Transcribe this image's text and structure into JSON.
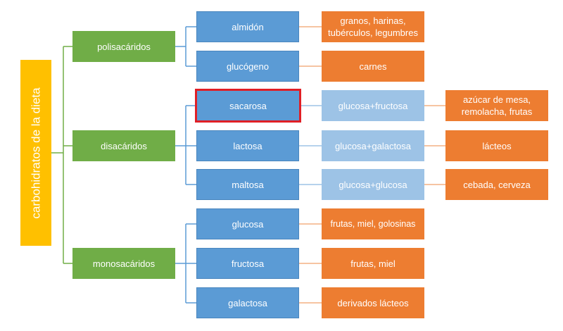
{
  "root": "carbohidratos de la dieta",
  "groups": {
    "polisacaridos": "polisacáridos",
    "disacaridos": "disacáridos",
    "monosacaridos": "monosacáridos"
  },
  "items": {
    "almidon": "almidón",
    "glucogeno": "glucógeno",
    "sacarosa": "sacarosa",
    "lactosa": "lactosa",
    "maltosa": "maltosa",
    "glucosa": "glucosa",
    "fructosa": "fructosa",
    "galactosa": "galactosa"
  },
  "components": {
    "sacarosa": "glucosa+fructosa",
    "lactosa": "glucosa+galactosa",
    "maltosa": "glucosa+glucosa"
  },
  "sources": {
    "almidon": "granos, harinas, tubérculos, legumbres",
    "glucogeno": "carnes",
    "sacarosa": "azúcar de mesa, remolacha, frutas",
    "lactosa": "lácteos",
    "maltosa": "cebada, cerveza",
    "glucosa": "frutas, miel, golosinas",
    "fructosa": "frutas, miel",
    "galactosa": "derivados lácteos"
  },
  "colors": {
    "root": "#ffc000",
    "group": "#70ad47",
    "item": "#5b9bd5",
    "component": "#9dc3e6",
    "source": "#ed7d31",
    "highlight": "#e01f26"
  }
}
